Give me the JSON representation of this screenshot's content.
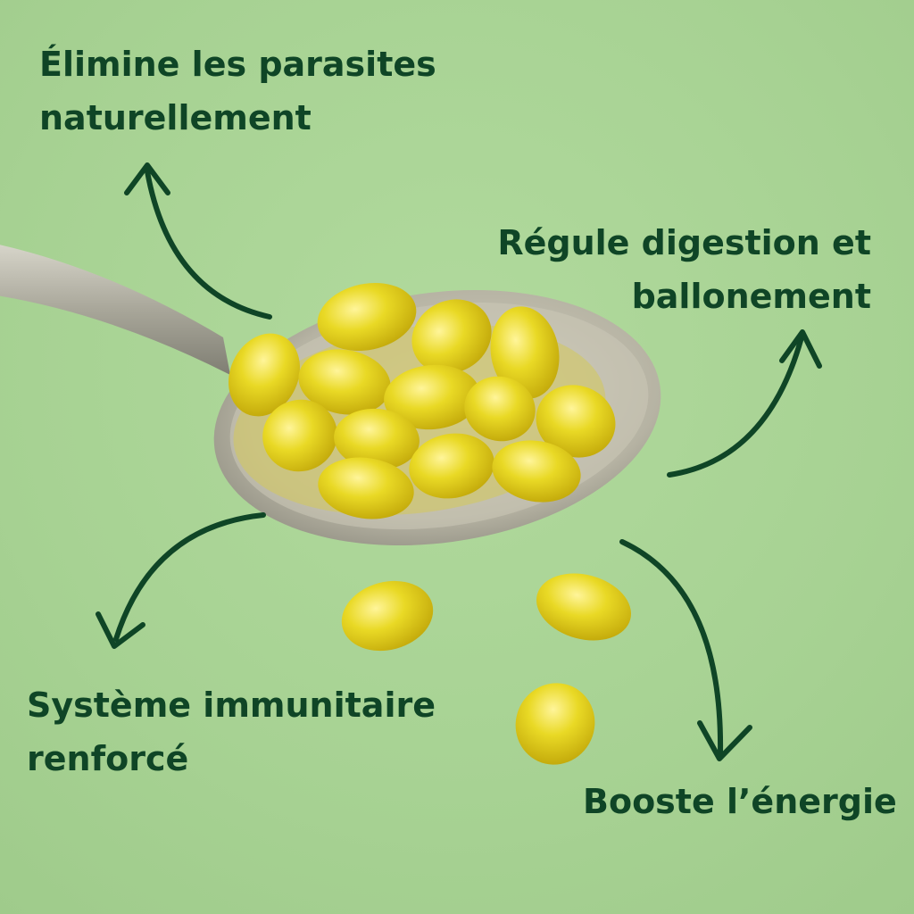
{
  "benefits": {
    "top_left": {
      "line1": "Élimine les parasites",
      "line2": "naturellement"
    },
    "top_right": {
      "line1": "Régule digestion et",
      "line2": "ballonement"
    },
    "bottom_left": {
      "line1": "Système immunitaire",
      "line2": "renforcé"
    },
    "bottom_right": {
      "line1": "Booste l’énergie"
    }
  },
  "colors": {
    "background": "#a8d494",
    "text": "#0f4526",
    "arrow": "#0f4526",
    "capsule": "#e3d11a",
    "spoon": "#b9b6a8"
  },
  "icons": [
    "arrow-up-left-icon",
    "arrow-up-right-icon",
    "arrow-down-left-icon",
    "arrow-down-right-icon"
  ]
}
